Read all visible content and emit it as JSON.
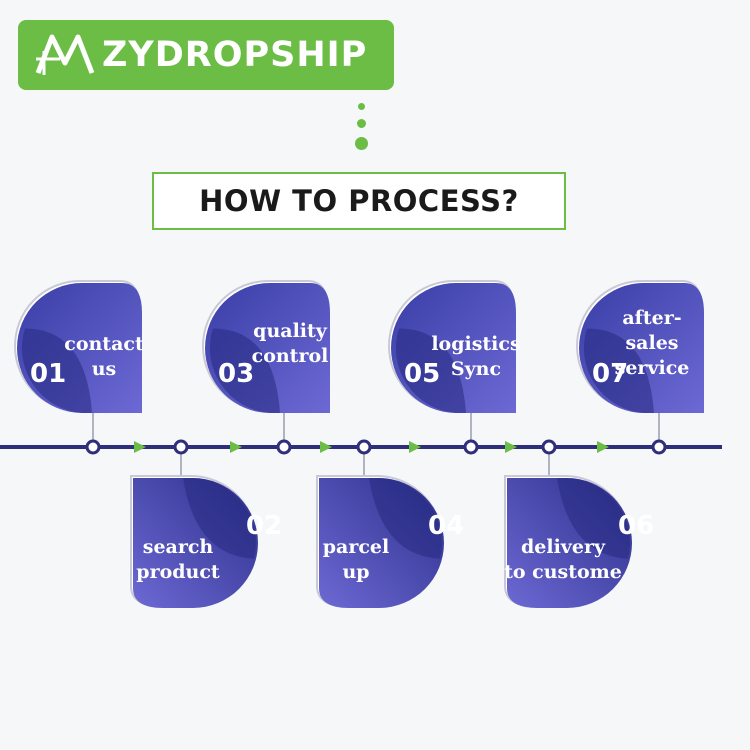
{
  "brand": {
    "name": "ZYDROPSHIP",
    "accent_color": "#6bbd45",
    "logo_icon": "zm-monogram-icon"
  },
  "title": "HOW TO PROCESS?",
  "steps": [
    {
      "number": "01",
      "label": [
        "contact",
        "us"
      ]
    },
    {
      "number": "02",
      "label": [
        "search",
        "product"
      ]
    },
    {
      "number": "03",
      "label": [
        "quality",
        "control"
      ]
    },
    {
      "number": "04",
      "label": [
        "parcel",
        "up"
      ]
    },
    {
      "number": "05",
      "label": [
        "logistics",
        "Sync"
      ]
    },
    {
      "number": "06",
      "label": [
        "delivery",
        "to custome"
      ]
    },
    {
      "number": "07",
      "label": [
        "after-",
        "sales",
        "service"
      ]
    }
  ],
  "colors": {
    "timeline": "#2f2e7a",
    "arrow": "#6bbd45",
    "petal_dark": "#2e3192",
    "petal_light": "#6b67d0"
  }
}
